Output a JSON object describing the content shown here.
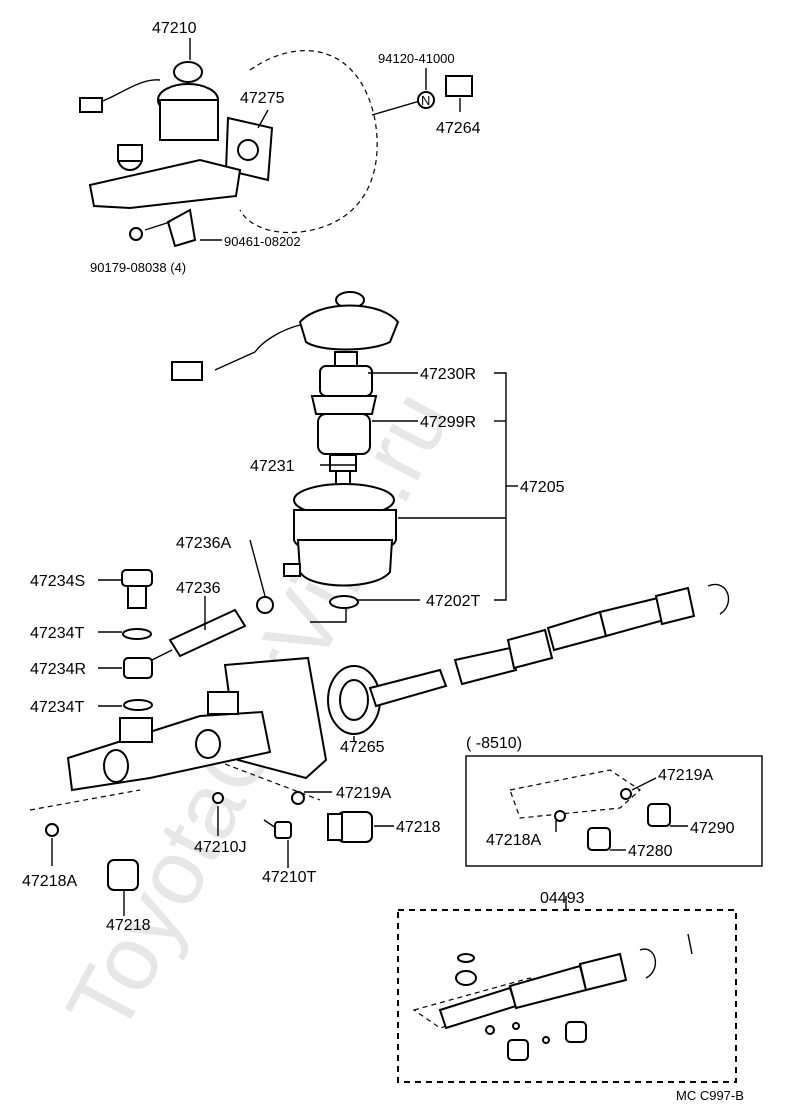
{
  "watermark": "ToyotaCarVine.ru",
  "labels": {
    "l47210": "47210",
    "l94120": "94120-41000",
    "l47275": "47275",
    "l47264": "47264",
    "l90461": "90461-08202",
    "l90179": "90179-08038 (4)",
    "l47230R": "47230R",
    "l47299R": "47299R",
    "l47231": "47231",
    "l47205": "47205",
    "l47236A": "47236A",
    "l47234S": "47234S",
    "l47236": "47236",
    "l47234T_a": "47234T",
    "l47234R": "47234R",
    "l47234T_b": "47234T",
    "l47202T": "47202T",
    "l47265": "47265",
    "l8510": "(        -8510)",
    "l47219A_a": "47219A",
    "l47219A_b": "47219A",
    "l47218A_a": "47218A",
    "l47290": "47290",
    "l47280": "47280",
    "l47218_a": "47218",
    "l47210J": "47210J",
    "l47210T": "47210T",
    "l47218A_b": "47218A",
    "l47218_b": "47218",
    "l04493": "04493",
    "n_badge": "N",
    "footer": "MC  C997-B"
  }
}
